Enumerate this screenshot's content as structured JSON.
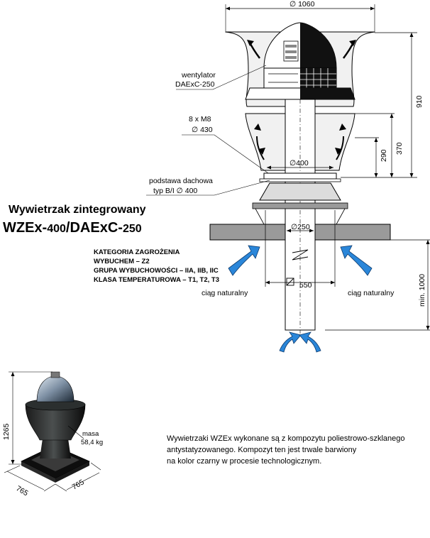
{
  "title": {
    "line1": "Wywietrzak zintegrowany",
    "line2_a": "WZEx-",
    "line2_b": "400",
    "line2_c": "/DAExC-",
    "line2_d": "250"
  },
  "category": {
    "lines": [
      "KATEGORIA ZAGROŻENIA",
      "WYBUCHEM – Z2",
      "GRUPA WYBUCHOWOŚCI – IIA, IIB, IIC",
      "KLASA TEMPERATUROWA – T1, T2, T3"
    ]
  },
  "labels": {
    "d1060": "∅ 1060",
    "fan1": "wentylator",
    "fan2": "DAExC-250",
    "bolts1": "8  x  M8",
    "bolts2": "∅  430",
    "base1": "podstawa  dachowa",
    "base2": "typ  B/I  ∅  400",
    "d400": "∅400",
    "d250": "∅250",
    "d550": "550",
    "h910": "910",
    "h370": "370",
    "h290": "290",
    "min1000": "min. 1000",
    "draft_left": "ciąg  naturalny",
    "draft_right": "ciąg  naturalny"
  },
  "small": {
    "h1265": "1265",
    "w765a": "765",
    "w765b": "765",
    "mass1": "masa",
    "mass2": "58,4 kg"
  },
  "note": {
    "line1": "Wywietrzaki WZEx wykonane są  z kompozytu  poliestrowo-szklanego",
    "line2": "antystatyzowanego.  Kompozyt ten jest trwale barwiony",
    "line3": "na kolor czarny w procesie technologicznym."
  },
  "colors": {
    "arrow_blue": "#2a86d9",
    "roof_gray": "#9a9a9a",
    "fan_black": "#111111"
  }
}
